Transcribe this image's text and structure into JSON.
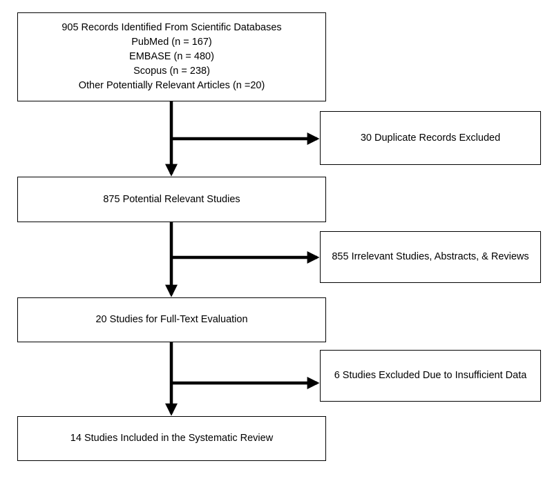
{
  "main_flow": {
    "records": {
      "line1": "905 Records Identified From Scientific Databases",
      "line2": "PubMed (n = 167)",
      "line3": "EMBASE (n = 480)",
      "line4": "Scopus (n = 238)",
      "line5": "Other Potentially Relevant Articles (n =20)"
    },
    "potential": "875 Potential Relevant Studies",
    "fulltext": "20 Studies for Full-Text Evaluation",
    "included": "14 Studies Included in the Systematic Review"
  },
  "exclusions": {
    "duplicates": "30 Duplicate Records Excluded",
    "irrelevant": "855 Irrelevant Studies, Abstracts, & Reviews",
    "insufficient": "6 Studies Excluded Due to Insufficient Data"
  },
  "colors": {
    "stroke": "#000000",
    "background": "#ffffff"
  }
}
